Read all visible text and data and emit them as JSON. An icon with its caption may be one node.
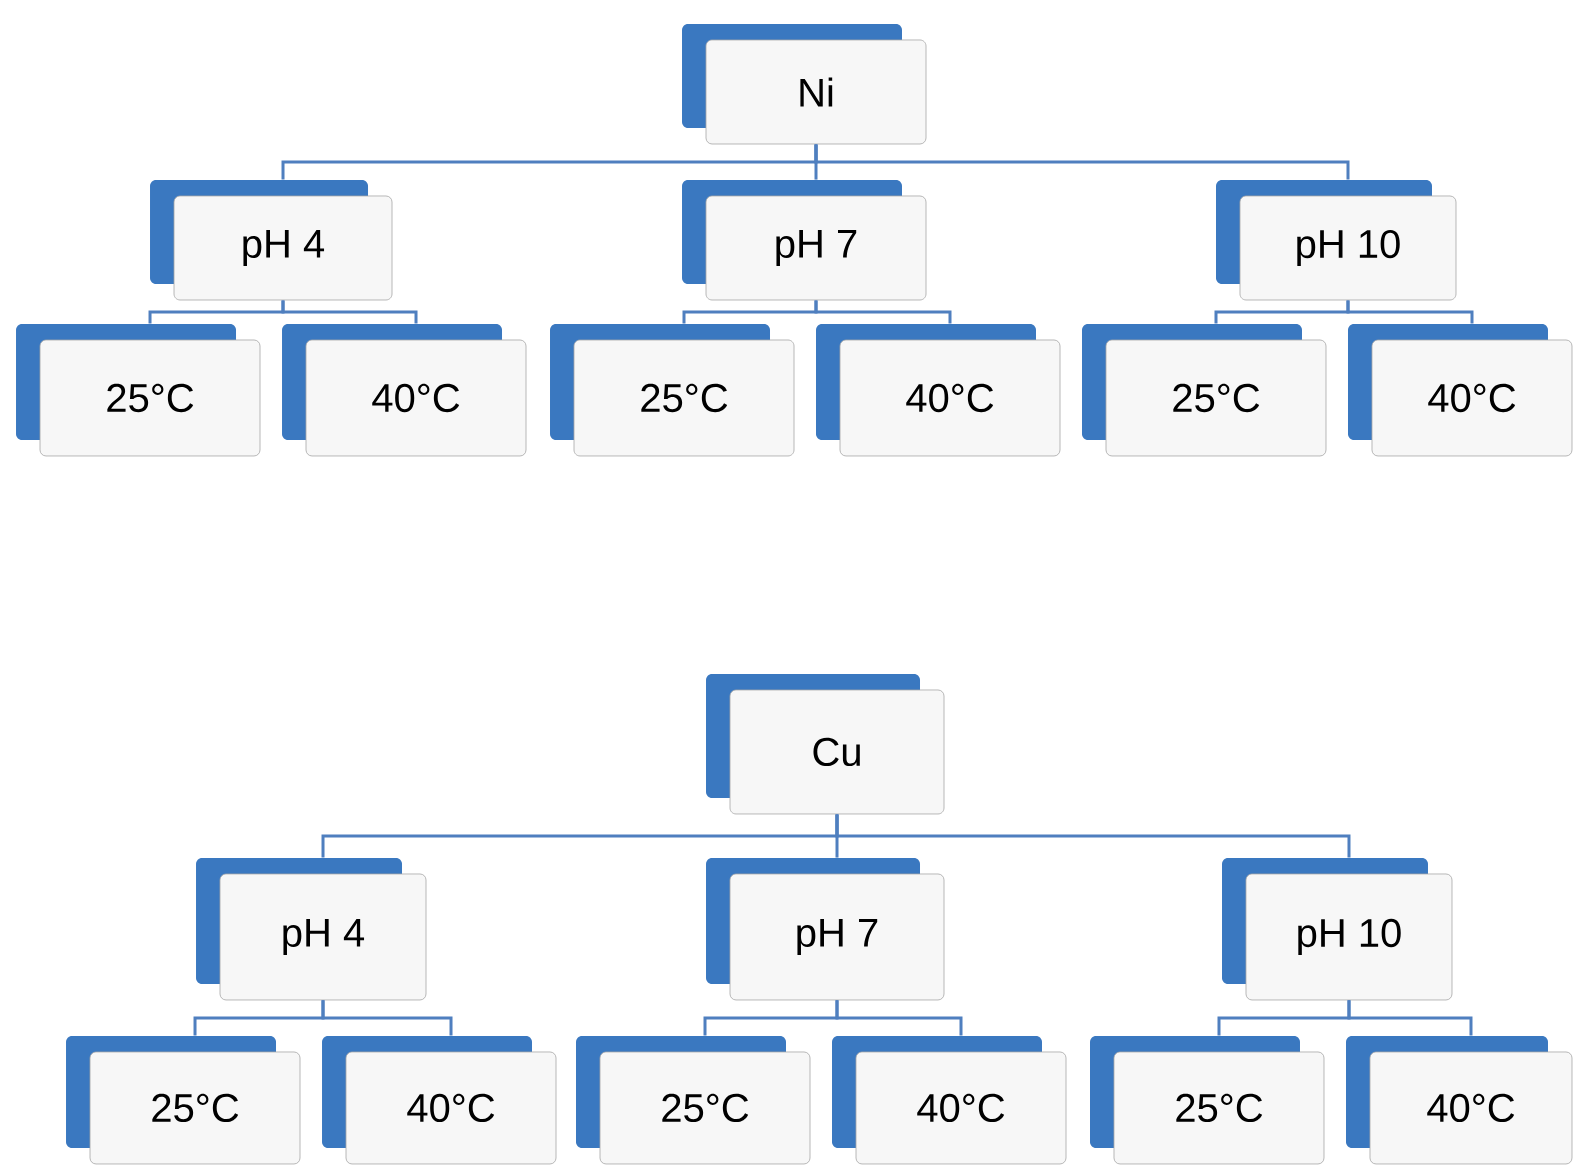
{
  "diagram": {
    "nodes": [
      {
        "text": [
          "Ni"
        ]
      },
      {
        "text": [
          "pH 4"
        ]
      },
      {
        "text": [
          "pH 7"
        ]
      },
      {
        "text": [
          "pH 10"
        ]
      },
      {
        "text": [
          "25°C"
        ]
      },
      {
        "text": [
          "40°C"
        ]
      },
      {
        "text": [
          "25°C"
        ]
      },
      {
        "text": [
          "40°C"
        ]
      },
      {
        "text": [
          "25°C"
        ]
      },
      {
        "text": [
          "40°C"
        ]
      },
      {
        "text": [
          "Cu"
        ]
      },
      {
        "text": [
          "pH 4"
        ]
      },
      {
        "text": [
          "pH 7"
        ]
      },
      {
        "text": [
          "pH 10"
        ]
      },
      {
        "text": [
          "25°C"
        ]
      },
      {
        "text": [
          "40°C"
        ]
      },
      {
        "text": [
          "25°C"
        ]
      },
      {
        "text": [
          "40°C"
        ]
      },
      {
        "text": [
          "25°C"
        ]
      },
      {
        "text": [
          "40°C"
        ]
      }
    ],
    "edges": [
      {
        "from": 0,
        "to": 1,
        "arrow": "none"
      },
      {
        "from": 0,
        "to": 2,
        "arrow": "none"
      },
      {
        "from": 0,
        "to": 3,
        "arrow": "none"
      },
      {
        "from": 1,
        "to": 4,
        "arrow": "none"
      },
      {
        "from": 1,
        "to": 5,
        "arrow": "none"
      },
      {
        "from": 2,
        "to": 6,
        "arrow": "none"
      },
      {
        "from": 2,
        "to": 7,
        "arrow": "none"
      },
      {
        "from": 3,
        "to": 8,
        "arrow": "none"
      },
      {
        "from": 3,
        "to": 9,
        "arrow": "none"
      },
      {
        "from": 10,
        "to": 11,
        "arrow": "none"
      },
      {
        "from": 10,
        "to": 12,
        "arrow": "none"
      },
      {
        "from": 10,
        "to": 13,
        "arrow": "none"
      },
      {
        "from": 11,
        "to": 14,
        "arrow": "none"
      },
      {
        "from": 11,
        "to": 15,
        "arrow": "none"
      },
      {
        "from": 12,
        "to": 16,
        "arrow": "none"
      },
      {
        "from": 12,
        "to": 17,
        "arrow": "none"
      },
      {
        "from": 13,
        "to": 18,
        "arrow": "none"
      },
      {
        "from": 13,
        "to": 19,
        "arrow": "none"
      }
    ]
  }
}
